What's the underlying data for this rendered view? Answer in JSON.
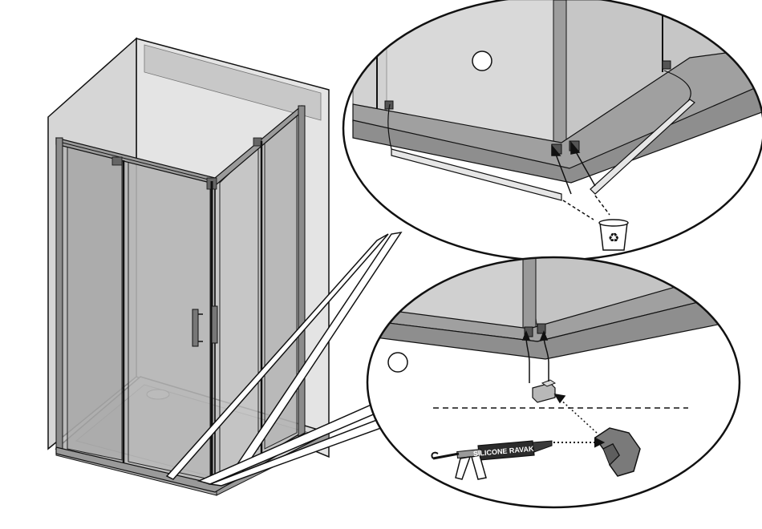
{
  "diagram": {
    "steps": [
      {
        "marker": "circle",
        "number": ""
      },
      {
        "marker": "circle",
        "number": ""
      }
    ],
    "silicone_label": "SILICONE RAVAK",
    "icons": [
      "recycle-bin-icon",
      "silicone-gun-icon",
      "corner-seal-icon",
      "end-cap-icon"
    ],
    "colors": {
      "glass": "#bfbfbf",
      "frame": "#8a8a8a",
      "line": "#111111",
      "seal": "#7a7a7a"
    }
  }
}
